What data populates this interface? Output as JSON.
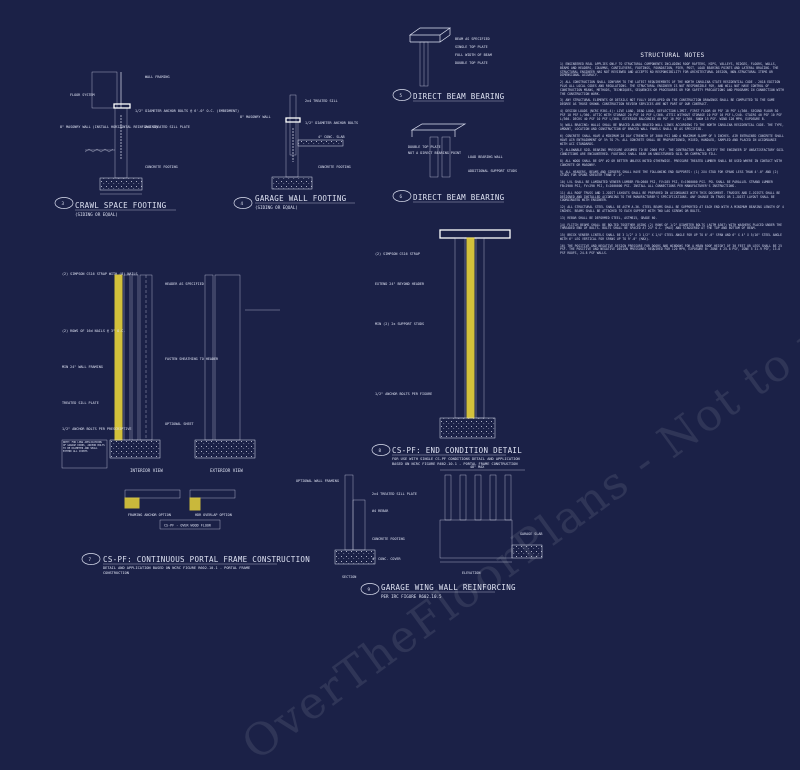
{
  "details": {
    "crawl_space": {
      "title": "CRAWL SPACE FOOTING",
      "subtitle": "(SIDING OR EQUAL)",
      "tag": "3"
    },
    "garage_wall": {
      "title": "GARAGE WALL FOOTING",
      "subtitle": "(SIDING OR EQUAL)",
      "tag": "4"
    },
    "direct_beam_1": {
      "title": "DIRECT BEAM BEARING",
      "tag": "5"
    },
    "direct_beam_2": {
      "title": "DIRECT BEAM BEARING",
      "tag": "6"
    },
    "portal_frame": {
      "title": "CS-PF: CONTINUOUS PORTAL FRAME CONSTRUCTION",
      "subtitle": "DETAIL AND APPLICATION BASED ON NCRC FIGURE R602.10.1 - PORTAL FRAME CONSTRUCTION",
      "tag": "7"
    },
    "end_condition": {
      "title": "CS-PF: END CONDITION DETAIL",
      "subtitle": "FOR USE WITH SINGLE CS-PF CONDITIONS DETAIL AND APPLICATION BASED ON NCRC FIGURE R602.10.1 - PORTAL FRAME CONSTRUCTION",
      "tag": "8"
    },
    "wing_wall": {
      "title": "GARAGE WING WALL REINFORCING",
      "subtitle": "PER IRC FIGURE R602.10.5",
      "tag": "9"
    }
  },
  "sub_labels": {
    "interior_view": "INTERIOR VIEW",
    "exterior_view": "EXTERIOR VIEW",
    "framing_anchor": "FRAMING ANCHOR OPTION",
    "hdr_overlap": "HDR OVERLAP OPTION",
    "over_wood_floor": "CS-PF - OVER WOOD FLOOR",
    "section": "SECTION",
    "elevation": "ELEVATION",
    "dim_wing": "48\" MAX"
  },
  "callouts": {
    "crawl": [
      "WALL FRAMING",
      "FLOOR SYSTEM",
      "1/2\" DIAMETER ANCHOR BOLTS @ 6'-0\" O.C. (EMBEDMENT)",
      "8\" MASONRY WALL (INSTALL HORIZONTAL REINFORCING)",
      "2x6 TREATED SILL PLATE",
      "CONCRETE FOOTING"
    ],
    "garage": [
      "2x4 TREATED SILL",
      "8\" MASONRY WALL",
      "1/2\" DIAMETER ANCHOR BOLTS",
      "4\" CONC. SLAB",
      "CONCRETE FOOTING"
    ],
    "beam1": [
      "BEAM AS SPECIFIED",
      "SINGLE TOP PLATE",
      "FULL WIDTH OF BEAM",
      "DOUBLE TOP PLATE"
    ],
    "beam2": [
      "DOUBLE TOP PLATE",
      "NOT A DIRECT BEARING POINT",
      "LOAD BEARING WALL",
      "ADDITIONAL SUPPORT STUDS"
    ],
    "portal": [
      "(2) SIMPSON CS16 STRAP WITH (8) NAILS",
      "(2) ROWS OF 16d NAILS @ 3\" O.C.",
      "MIN 24\" WALL FRAMING",
      "TREATED SILL PLATE",
      "1/2\" ANCHOR BOLTS PER PRESCRIPTIVE",
      "HEADER AS SPECIFIED",
      "FASTEN SHEATHING TO HEADER",
      "OPTIONAL SHEET",
      "NOTE: FOR LONG APPLICATIONS OF GARAGE DOORS, ANCHOR BOLTS TO BE DIAMETER AND SHALL EXTEND ALL JOINTS"
    ],
    "end": [
      "(2) SIMPSON CS16 STRAP",
      "EXTEND 24\" BEYOND HEADER",
      "MIN (2) 2x SUPPORT STUDS",
      "1/2\" ANCHOR BOLTS PER FIGURE"
    ],
    "wing": [
      "OPTIONAL WALL FRAMING",
      "2x4 TREATED SILL PLATE",
      "#4 REBAR",
      "CONCRETE FOOTING",
      "GARAGE SLAB",
      "4\" CONC. COVER"
    ]
  },
  "notes": {
    "title": "STRUCTURAL NOTES",
    "items": [
      "1) ENGINEERED REAL APPLIES ONLY TO STRUCTURAL COMPONENTS INCLUDING ROOF RAFTERS, HIPS, VALLEYS, RIDGES, FLOORS, WALLS, BEAMS AND HEADERS, COLUMNS, CANTILEVERS, FOOTINGS, FOUNDATION, PIER, POST, LOAD BEARING POINTS AND LATERAL BRACING. THE STRUCTURAL ENGINEER HAS NOT REVIEWED AND ACCEPTS NO RESPONSIBILITY FOR ARCHITECTURAL DESIGN, NON-STRUCTURAL ITEMS OR DIMENSIONAL ACCURACY.",
      "2) ALL CONSTRUCTION SHALL CONFORM TO THE LATEST REQUIREMENTS OF THE NORTH CAROLINA STATE RESIDENTIAL CODE - 2018 EDITION PLUS ALL LOCAL CODES AND REGULATIONS. THE STRUCTURAL ENGINEER IS NOT RESPONSIBLE FOR, AND WILL NOT HAVE CONTROL OF CONSTRUCTION MEANS, METHODS, TECHNIQUES, SEQUENCES OR PROCEDURES OR FOR SAFETY PRECAUTIONS AND PROGRAMS IN CONNECTION WITH THE CONSTRUCTION WORK.",
      "3) ANY STRUCTURAL ELEMENTS OR DETAILS NOT FULLY DEVELOPED ON THE CONSTRUCTION DRAWINGS SHALL BE COMPLETED TO THE SAME DEGREE AS THOSE SHOWN. CONSTRUCTION REVIEW SERVICES ARE NOT PART OF OUR CONTRACT.",
      "4) DESIGN LOADS (NCRC R301.4): LIVE LOAD, DEAD LOAD, DEFLECTION LIMIT. FIRST FLOOR 40 PSF 10 PSF L/360. SECOND FLOOR 30 PSF 10 PSF L/360. ATTIC WITH STORAGE 20 PSF 10 PSF L/360. ATTIC WITHOUT STORAGE 10 PSF 10 PSF L/240. STAIRS 40 PSF 10 PSF L/360. DECKS 40 PSF 10 PSF L/360. EXTERIOR BALCONIES 60 PSF 10 PSF L/360. SNOW 15 PSF. WIND 120 MPH, EXPOSURE B.",
      "5) WALL BRACING: WALLS SHALL BE BRACED ALONG BRACED WALL LINES ACCORDING TO THE NORTH CAROLINA RESIDENTIAL CODE. THE TYPE, AMOUNT, LOCATION AND CONSTRUCTION OF BRACED WALL PANELS SHALL BE AS SPECIFIED.",
      "6) CONCRETE SHALL HAVE A MINIMUM 28 DAY STRENGTH OF 3000 PSI AND A MAXIMUM SLUMP OF 5 INCHES. AIR ENTRAINED CONCRETE SHALL HAVE AIR ENTRAINMENT OF 5% TO 7%. ALL CONCRETE SHALL BE PROPORTIONED, MIXED, HANDLED, SAMPLED AND PLACED IN ACCORDANCE WITH ACI STANDARDS.",
      "7) ALLOWABLE SOIL BEARING PRESSURE ASSUMED TO BE 2000 PSF. THE CONTRACTOR SHALL NOTIFY THE ENGINEER IF UNSATISFACTORY SOIL CONDITIONS ARE ENCOUNTERED. FOOTINGS SHALL BEAR ON UNDISTURBED SOIL OR COMPACTED FILL.",
      "8) ALL WOOD SHALL BE SPF #2 OR BETTER UNLESS NOTED OTHERWISE. PRESSURE TREATED LUMBER SHALL BE USED WHERE IN CONTACT WITH CONCRETE OR MASONRY.",
      "9) ALL HEADERS, BEAMS AND GIRDERS SHALL HAVE THE FOLLOWING END SUPPORTS: (1) 2x4 STUD FOR SPANS LESS THAN 4'-0\" AND (2) STUDS FOR SPANS GREATER THAN 4'-0\".",
      "10) LVL SHALL BE LAMINATED VENEER LUMBER Fb=2600 PSI, Fv=285 PSI, E=1900000 PSI. PSL SHALL BE PARALLEL STRAND LUMBER Fb=2900 PSI, Fv=290 PSI, E=2000000 PSI. INSTALL ALL CONNECTIONS PER MANUFACTURER'S INSTRUCTIONS.",
      "11) ALL ROOF TRUSS AND I-JOIST LAYOUTS SHALL BE PREPARED IN ACCORDANCE WITH THIS DOCUMENT. TRUSSES AND I-JOISTS SHALL BE DESIGNED AND INSTALLED ACCORDING TO THE MANUFACTURER'S SPECIFICATIONS. ANY CHANGE IN TRUSS OR I-JOIST LAYOUT SHALL BE COORDINATED WITH ENGINEER.",
      "12) ALL STRUCTURAL STEEL SHALL BE ASTM A-36. STEEL BEAMS SHALL BE SUPPORTED AT EACH END WITH A MINIMUM BEARING LENGTH OF 4 INCHES. BEAMS SHALL BE ATTACHED TO EACH SUPPORT WITH TWO LAG SCREWS OR BOLTS.",
      "13) REBAR SHALL BE DEFORMED STEEL, ASTM615, GRADE 60.",
      "14) FLITCH BEAMS SHALL BE BOLTED TOGETHER USING (2) ROWS OF 1/2\" DIAMETER BOLTS (ASTM A307) WITH WASHERS PLACED UNDER THE THREADED END OF BOLTS. BOLTS SHALL BE SPACED AT 24\" O.C. (MAX) AND STAGGERED AT THE TOP AND BOTTOM OF BEAM.",
      "15) BRICK VENEER LINTELS SHALL BE 3 1/2\" x 3 1/2\" x 1/4\" STEEL ANGLE FOR UP TO 6'-0\" SPAN AND 6\" x 4\" x 5/16\" STEEL ANGLE WITH 6\" LEG VERTICAL FOR SPANS UP TO 9'-0\" (MAX).",
      "16) THE POSITIVE AND NEGATIVE DESIGN PRESSURE FOR DOORS AND WINDOWS FOR A MEAN ROOF HEIGHT OF 30 FEET OR LESS SHALL BE 25 PSF. THE POSITIVE AND NEGATIVE DESIGN PRESSURES REQUIRED FOR 120 MPH, EXPOSURE B: ZONE 4 25.8 PSF, ZONE 5 31.9 PSF, 13.8 PSF ROOFS, 24.8 PSF WALLS."
    ]
  },
  "watermark": "OverTheFloorPlans - Not to use for Construction - Estimate"
}
